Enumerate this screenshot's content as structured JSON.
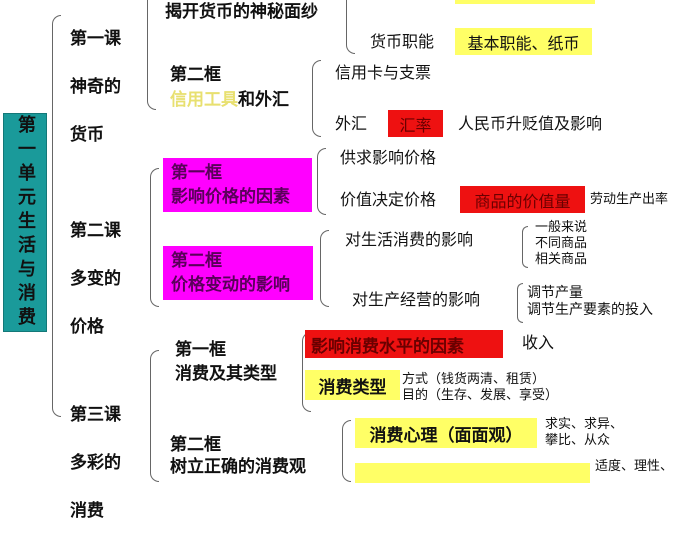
{
  "unit": {
    "title": "第一单元生活与消费"
  },
  "lesson1": {
    "title_lines": [
      "第一课",
      "神奇的",
      "货币"
    ],
    "frame1": {
      "title": "揭开货币的神秘面纱",
      "function_label": "货币职能",
      "function_box": "基本职能、纸币"
    },
    "frame2": {
      "label": "第二框",
      "title_highlight": "信用工具",
      "title_rest": "和外汇",
      "item1": "信用卡与支票",
      "forex_label": "外汇",
      "forex_box": "汇率",
      "forex_note": "人民币升贬值及影响"
    }
  },
  "lesson2": {
    "title_lines": [
      "第二课",
      "多变的",
      "价格"
    ],
    "frame1": {
      "label": "第一框",
      "title": "影响价格的因素",
      "item1": "供求影响价格",
      "item2": "价值决定价格",
      "value_box": "商品的价值量",
      "value_note": "劳动生产出率"
    },
    "frame2": {
      "label": "第二框",
      "title": "价格变动的影响",
      "life": "对生活消费的影响",
      "life_items": [
        "一般来说",
        "不同商品",
        "相关商品"
      ],
      "production": "对生产经营的影响",
      "production_items": [
        "调节产量",
        "调节生产要素的投入"
      ]
    }
  },
  "lesson3": {
    "title_lines": [
      "第三课",
      "多彩的",
      "消费"
    ],
    "frame1": {
      "label": "第一框",
      "title": "消费及其类型",
      "factor_box": "影响消费水平的因素",
      "factor_note": "收入",
      "type_box": "消费类型",
      "type_items": [
        "方式（钱货两清、租赁）",
        "目的（生存、发展、享受）"
      ]
    },
    "frame2": {
      "label": "第二框",
      "title": "树立正确的消费观",
      "psych_box": "消费心理（面面观）",
      "psych_items": [
        "求实、求异、",
        "攀比、从众"
      ],
      "next_note": "适度、理性、"
    }
  },
  "colors": {
    "teal": "#1a9a9a",
    "yellow": "#ffff66",
    "red": "#ee1111",
    "magenta": "#ff00ff"
  }
}
